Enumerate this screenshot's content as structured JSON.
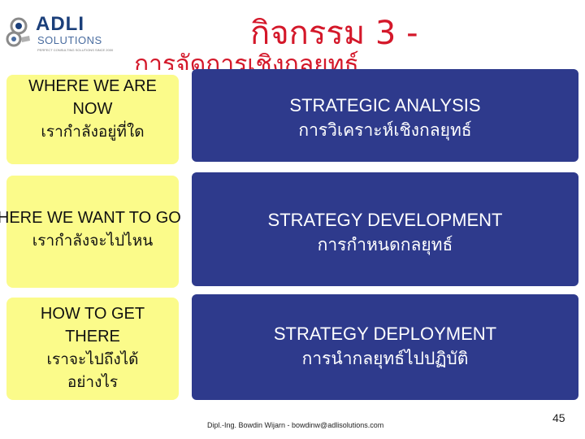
{
  "logo": {
    "brand": "ADLI",
    "sub": "SOLUTIONS",
    "tagline": "PERFECT CONSULTING SOLUTIONS SINCE 2000",
    "icon": "gear-icon"
  },
  "title": {
    "line1": "กิจกรรม 3 -",
    "line2": "การจัดการเชิงกลยุทธ์"
  },
  "left_boxes": [
    {
      "en": "WHERE WE ARE NOW",
      "th": "เรากำลังอยู่ที่ใด"
    },
    {
      "en": "WHERE WE WANT TO GO",
      "th": "เรากำลังจะไปไหน"
    },
    {
      "en": "HOW TO GET THERE",
      "th": "เราจะไปถึงได้อย่างไร"
    }
  ],
  "right_boxes": [
    {
      "en": "STRATEGIC ANALYSIS",
      "th": "การวิเคราะห์เชิงกลยุทธ์"
    },
    {
      "en": "STRATEGY DEVELOPMENT",
      "th": "การกำหนดกลยุทธ์"
    },
    {
      "en": "STRATEGY DEPLOYMENT",
      "th": "การนำกลยุทธ์ไปปฏิบัติ"
    }
  ],
  "footer": "Dipl.-Ing. Bowdin Wijarn - bowdinw@adlisolutions.com",
  "page_number": "45",
  "colors": {
    "title": "#d4182a",
    "left_box": "#fbfb8a",
    "right_box": "#2e3a8c"
  }
}
